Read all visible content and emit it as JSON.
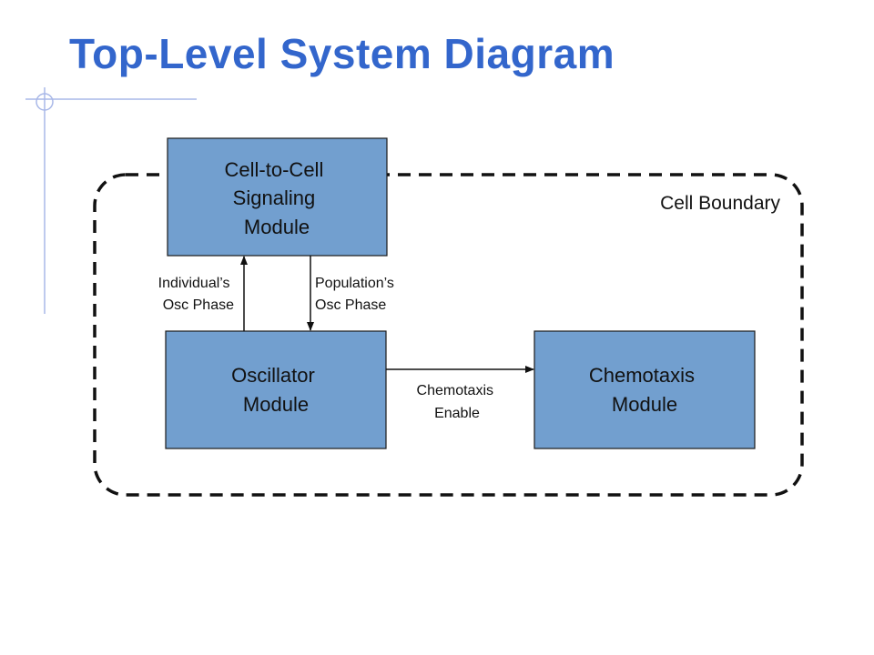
{
  "title": "Top-Level System Diagram",
  "colors": {
    "title": "#3366cc",
    "module_fill": "#729fcf",
    "module_stroke": "#1a1a1a",
    "accent_line": "#a9b8e8"
  },
  "diagram": {
    "boundary_label": "Cell Boundary",
    "modules": {
      "signaling": [
        "Cell-to-Cell",
        "Signaling",
        "Module"
      ],
      "oscillator": [
        "Oscillator",
        "Module"
      ],
      "chemotaxis": [
        "Chemotaxis",
        "Module"
      ]
    },
    "edges": {
      "individual_phase": [
        "Individual’s",
        "Osc Phase"
      ],
      "population_phase": [
        "Population’s",
        "Osc Phase"
      ],
      "chemotaxis_enable": [
        "Chemotaxis",
        "Enable"
      ]
    }
  }
}
